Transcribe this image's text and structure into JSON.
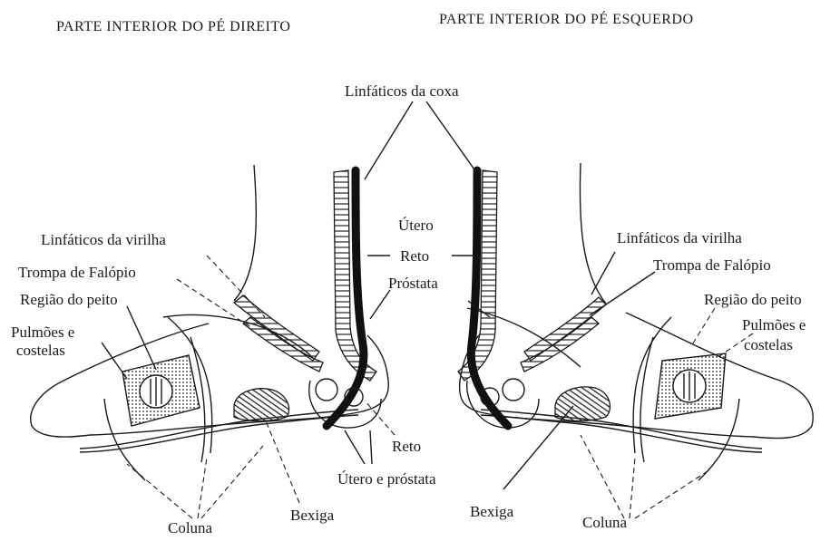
{
  "headers": {
    "right_foot": "PARTE INTERIOR DO PÉ DIREITO",
    "left_foot": "PARTE INTERIOR DO PÉ ESQUERDO"
  },
  "center_labels": {
    "thigh_lymphatics": "Linfáticos da coxa",
    "uterus": "Útero",
    "rectum": "Reto",
    "prostate": "Próstata",
    "rectum_bottom": "Reto",
    "uterus_prostate": "Útero e próstata"
  },
  "right_foot_labels": {
    "groin_lymphatics": "Linfáticos da virilha",
    "fallopian_tube": "Trompa de Falópio",
    "chest_region": "Região do peito",
    "lungs_line1": "Pulmões e",
    "lungs_line2": "costelas",
    "spine": "Coluna",
    "bladder": "Bexiga"
  },
  "left_foot_labels": {
    "groin_lymphatics": "Linfáticos da virilha",
    "fallopian_tube": "Trompa de Falópio",
    "chest_region": "Região do peito",
    "lungs_line1": "Pulmões e",
    "lungs_line2": "costelas",
    "spine": "Coluna",
    "bladder": "Bexiga"
  }
}
